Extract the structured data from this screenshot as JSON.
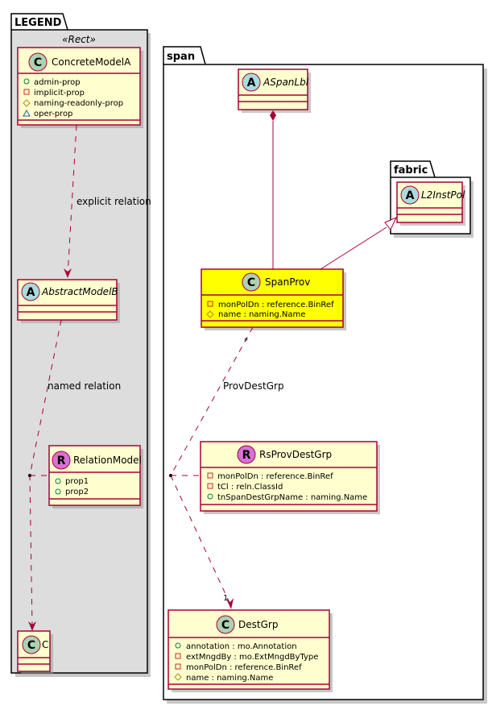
{
  "packages": {
    "legend": {
      "title": "LEGEND",
      "stereotype": "«Rect»",
      "fill": "#DDDDDD"
    },
    "span": {
      "title": "span",
      "fill": "#FFFFFF"
    },
    "fabric": {
      "title": "fabric",
      "fill": "#FFFFFF"
    }
  },
  "colors": {
    "class_fill": "#FEFECE",
    "class_highlight_fill": "#FFFF00",
    "border": "#A80036",
    "class_badge": "#ADD1B2",
    "abstract_badge": "#A9DCDF",
    "relation_badge": "#DA70D6"
  },
  "classes": {
    "concrete_model_a": {
      "badge": "C",
      "name": "ConcreteModelA",
      "attributes": [
        {
          "visibility": "public",
          "icon": "circle-icon",
          "text": "admin-prop"
        },
        {
          "visibility": "private",
          "icon": "square-icon",
          "text": "implicit-prop"
        },
        {
          "visibility": "protected",
          "icon": "diamond-icon",
          "text": "naming-readonly-prop"
        },
        {
          "visibility": "package",
          "icon": "triangle-icon",
          "text": "oper-prop"
        }
      ]
    },
    "abstract_model_b": {
      "badge": "A",
      "name": "AbstractModelB",
      "attributes": []
    },
    "relation_model": {
      "badge": "R",
      "name": "RelationModel",
      "attributes": [
        {
          "visibility": "public",
          "icon": "circle-icon",
          "text": "prop1"
        },
        {
          "visibility": "public",
          "icon": "circle-icon",
          "text": "prop2"
        }
      ]
    },
    "c": {
      "badge": "C",
      "name": "C",
      "attributes": []
    },
    "aspan_lbl": {
      "badge": "A",
      "name": "ASpanLbl",
      "attributes": []
    },
    "l2_inst_pol": {
      "badge": "A",
      "name": "L2InstPol",
      "attributes": []
    },
    "span_prov": {
      "badge": "C",
      "name": "SpanProv",
      "attributes": [
        {
          "visibility": "private",
          "icon": "square-icon",
          "text": "monPolDn : reference.BinRef"
        },
        {
          "visibility": "protected",
          "icon": "diamond-icon",
          "text": "name : naming.Name"
        }
      ]
    },
    "rs_prov_dest_grp": {
      "badge": "R",
      "name": "RsProvDestGrp",
      "attributes": [
        {
          "visibility": "private",
          "icon": "square-icon",
          "text": "monPolDn : reference.BinRef"
        },
        {
          "visibility": "private",
          "icon": "square-icon",
          "text": "tCl : reln.ClassId"
        },
        {
          "visibility": "public",
          "icon": "circle-icon",
          "text": "tnSpanDestGrpName : naming.Name"
        }
      ]
    },
    "dest_grp": {
      "badge": "C",
      "name": "DestGrp",
      "attributes": [
        {
          "visibility": "public",
          "icon": "circle-icon",
          "text": "annotation : mo.Annotation"
        },
        {
          "visibility": "private",
          "icon": "square-icon",
          "text": "extMngdBy : mo.ExtMngdByType"
        },
        {
          "visibility": "private",
          "icon": "square-icon",
          "text": "monPolDn : reference.BinRef"
        },
        {
          "visibility": "protected",
          "icon": "diamond-icon",
          "text": "name : naming.Name"
        }
      ]
    }
  },
  "relations": {
    "explicit": {
      "label": "explicit relation"
    },
    "named": {
      "label": "named relation"
    },
    "prov_dest_grp": {
      "label": "ProvDestGrp",
      "source_multiplicity": "*",
      "target_multiplicity": "1"
    }
  }
}
